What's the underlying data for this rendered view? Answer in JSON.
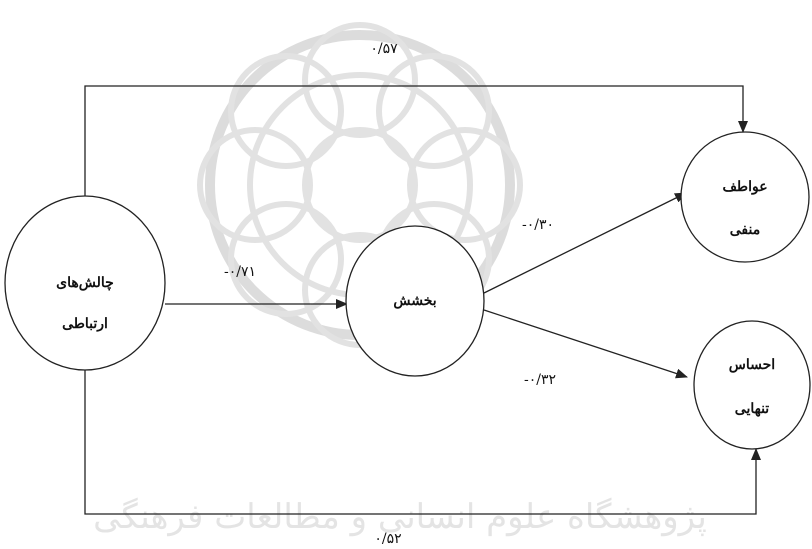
{
  "watermark": {
    "text": "پژوهشگاه علوم انسانی و مطالعات فرهنگی"
  },
  "nodes": {
    "communication_challenges": {
      "line1": "چالش‌های",
      "line2": "ارتباطی"
    },
    "forgiveness": {
      "line1": "بخشش"
    },
    "negative_emotions": {
      "line1": "عواطف",
      "line2": "منفی"
    },
    "loneliness": {
      "line1": "احساس",
      "line2": "تنهایی"
    }
  },
  "coefficients": {
    "challenges_to_negative_emotions": "۰/۵۷",
    "challenges_to_forgiveness": "-۰/۷۱",
    "forgiveness_to_negative_emotions": "-۰/۳۰",
    "forgiveness_to_loneliness": "-۰/۳۲",
    "challenges_to_loneliness": "۰/۵۲"
  }
}
